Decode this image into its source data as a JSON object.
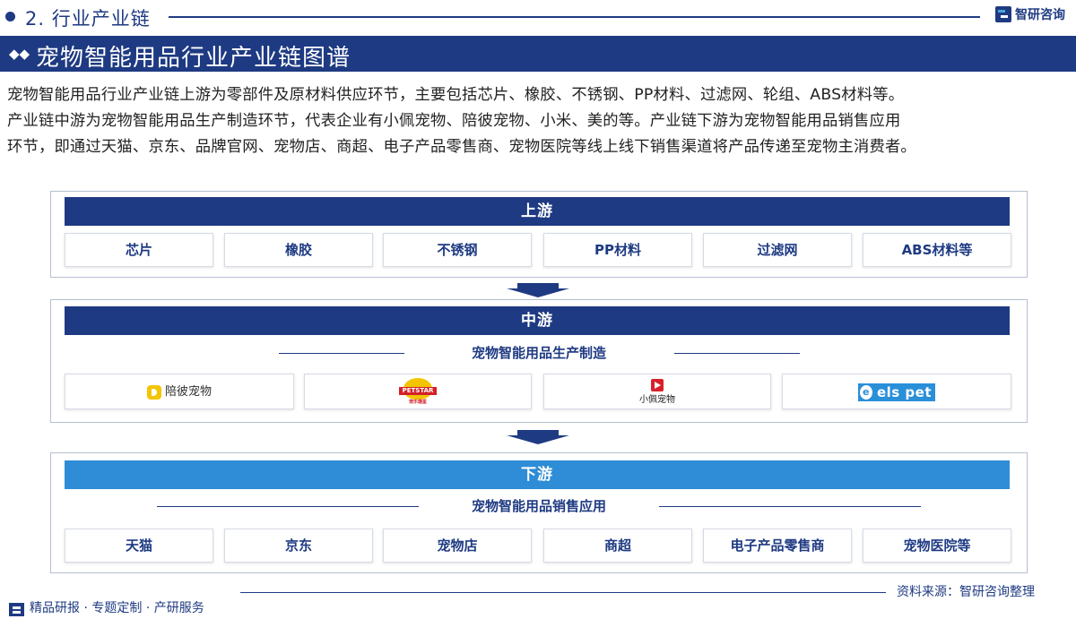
{
  "header": {
    "section": "2. 行业产业链",
    "brand": "智研咨询"
  },
  "title_band": {
    "icon": "double-diamond-icon",
    "title": "宠物智能用品行业产业链图谱"
  },
  "intro": {
    "lines": [
      "宠物智能用品行业产业链上游为零部件及原材料供应环节，主要包括芯片、橡胶、不锈钢、PP材料、过滤网、轮组、ABS材料等。",
      "产业链中游为宠物智能用品生产制造环节，代表企业有小佩宠物、陪彼宠物、小米、美的等。产业链下游为宠物智能用品销售应用",
      "环节，即通过天猫、京东、品牌官网、宠物店、商超、电子产品零售商、宠物医院等线上线下销售渠道将产品传递至宠物主消费者。"
    ]
  },
  "upstream": {
    "label": "上游",
    "items": [
      "芯片",
      "橡胶",
      "不锈钢",
      "PP材料",
      "过滤网",
      "ABS材料等"
    ]
  },
  "midstream": {
    "label": "中游",
    "subtitle": "宠物智能用品生产制造",
    "logos": {
      "peibi": "陪彼宠物",
      "petstar_band": "PETSTAR",
      "petstar_sub": "宠乐珊星",
      "xiaopei": "小佩宠物",
      "elspet_e": "e",
      "elspet": "els pet"
    }
  },
  "downstream": {
    "label": "下游",
    "subtitle": "宠物智能用品销售应用",
    "items": [
      "天猫",
      "京东",
      "宠物店",
      "商超",
      "电子产品零售商",
      "宠物医院等"
    ]
  },
  "footer": {
    "source": "资料来源：智研咨询整理",
    "slogan": "精品研报 · 专题定制 · 产研服务"
  },
  "colors": {
    "primary": "#1e3a82",
    "downstream_band": "#2e8dd6"
  }
}
